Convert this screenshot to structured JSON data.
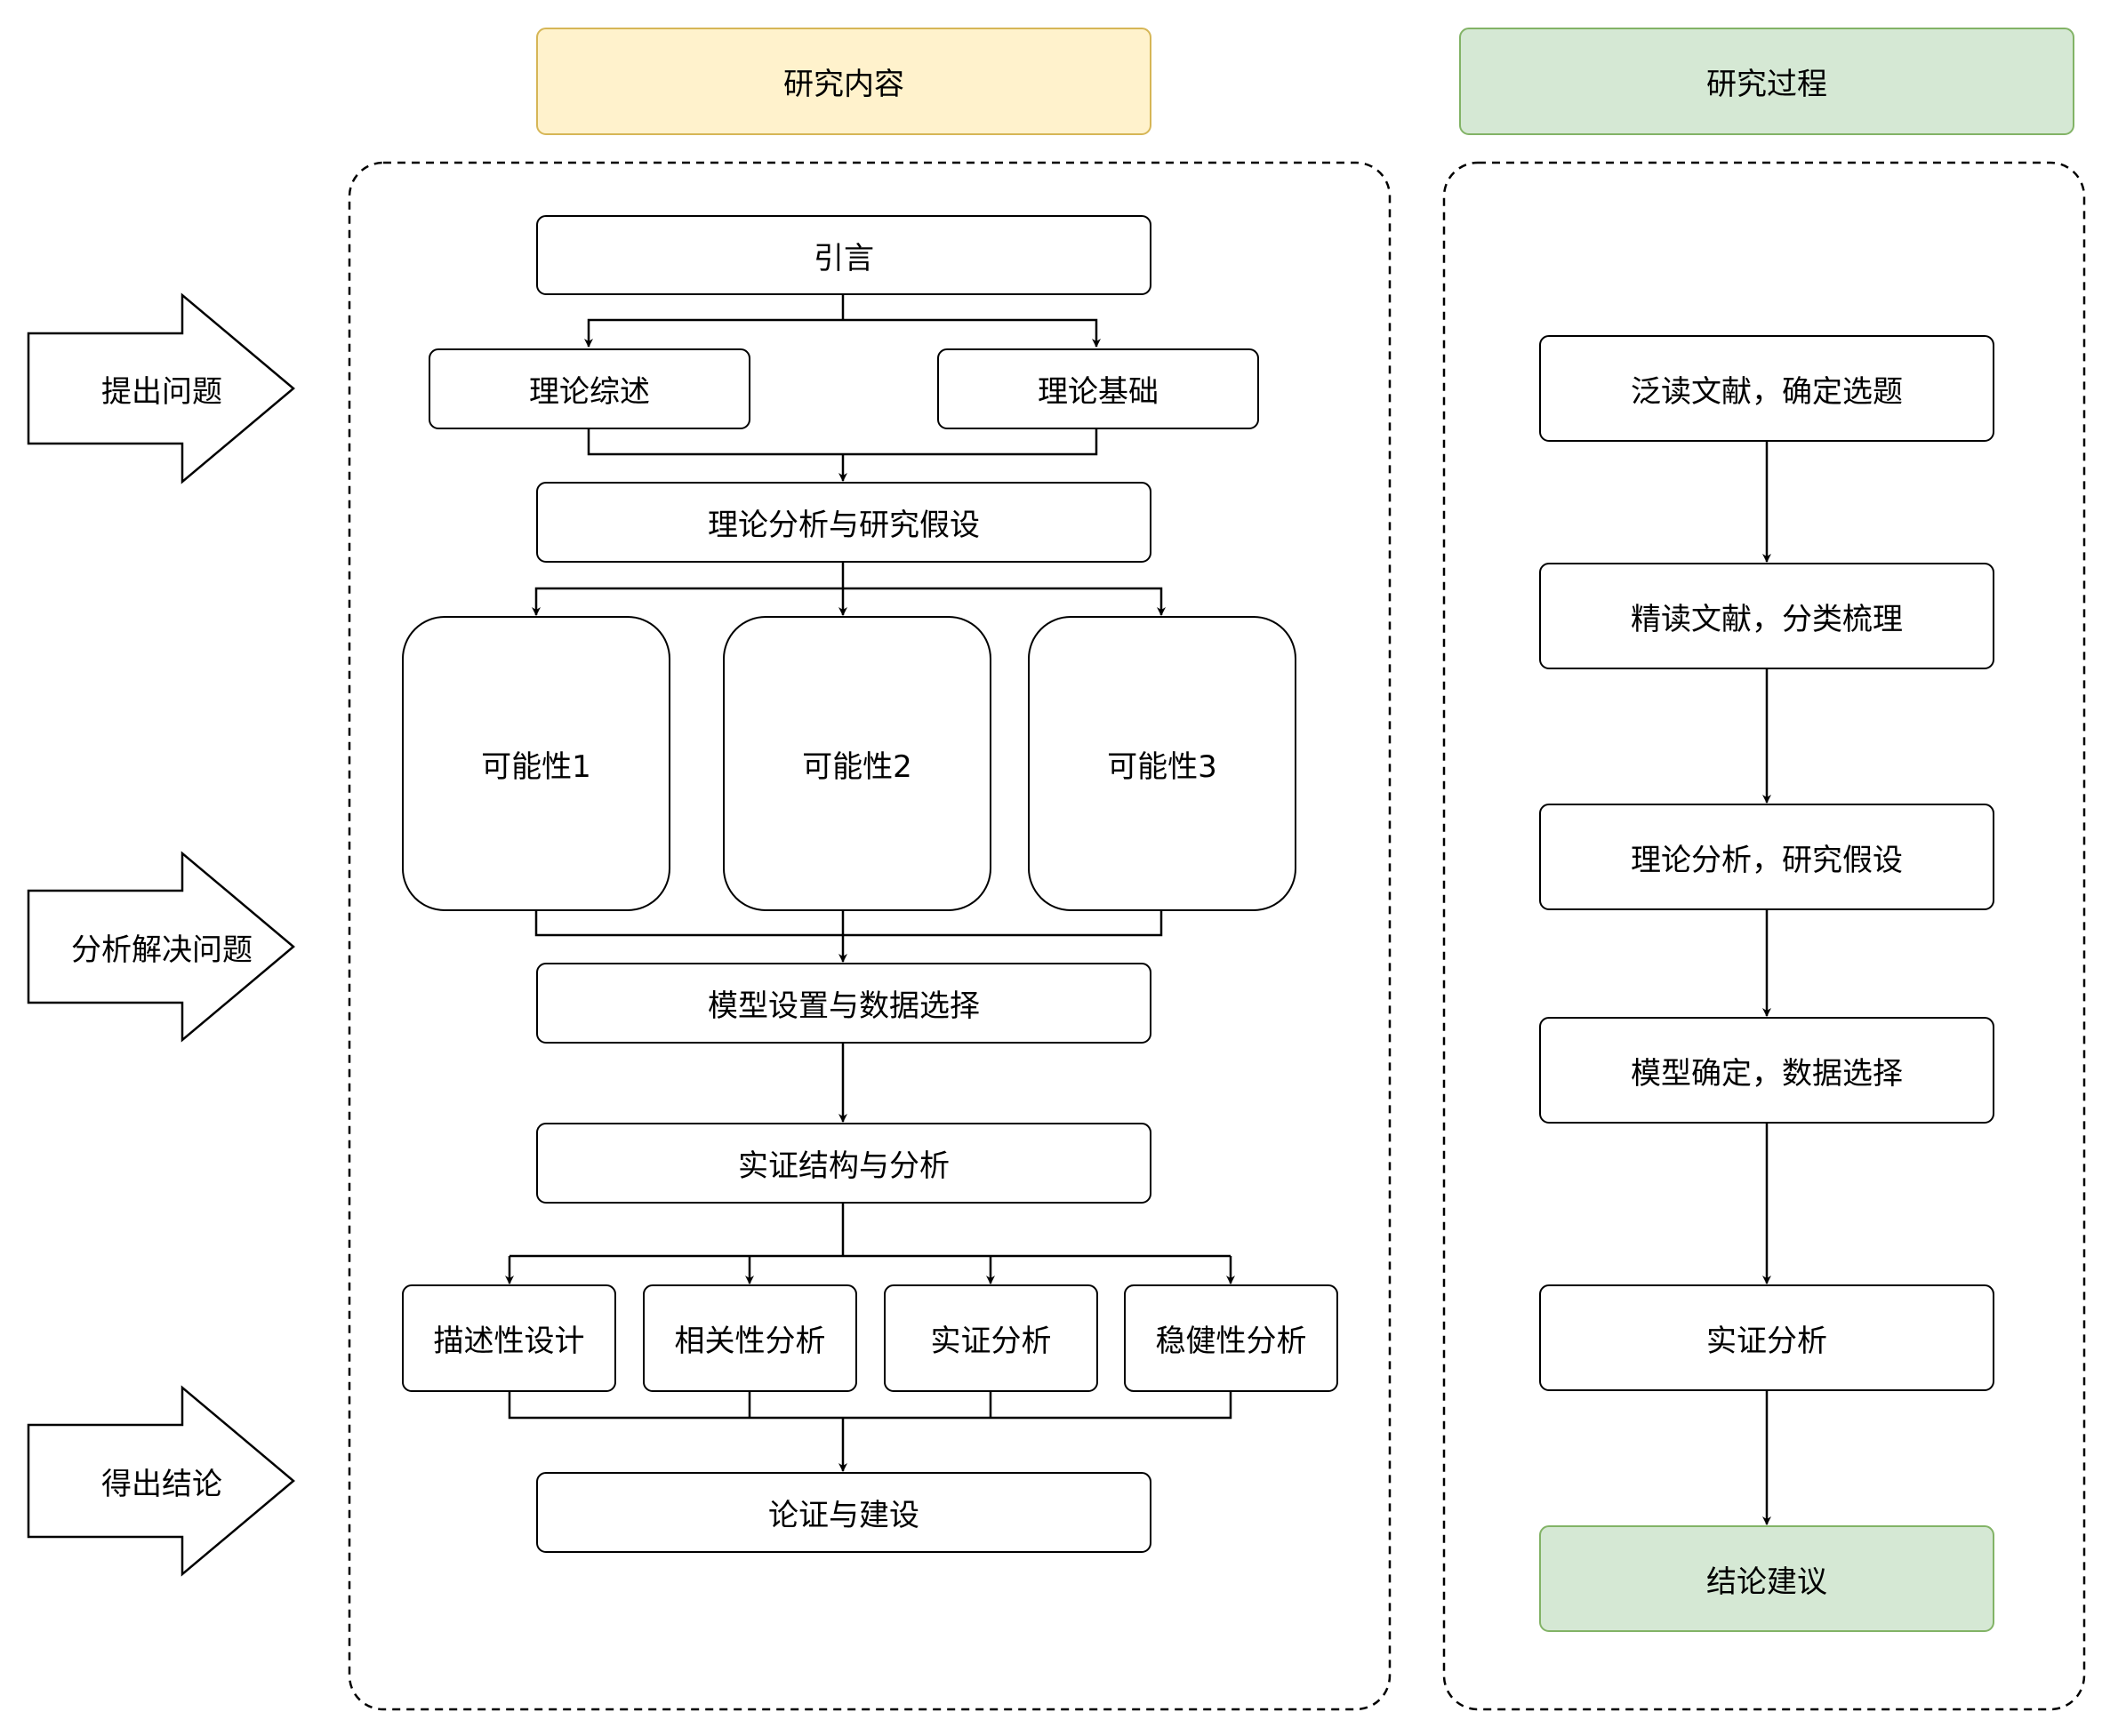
{
  "headers": {
    "content": "研究内容",
    "process": "研究过程"
  },
  "stages": {
    "ask": "提出问题",
    "analyze": "分析解决问题",
    "conclude": "得出结论"
  },
  "content": {
    "intro": "引言",
    "review": "理论综述",
    "foundation": "理论基础",
    "hypothesis": "理论分析与研究假设",
    "possibilities": [
      "可能性1",
      "可能性2",
      "可能性3"
    ],
    "model": "模型设置与数据选择",
    "empirical": "实证结构与分析",
    "analyses": [
      "描述性设计",
      "相关性分析",
      "实证分析",
      "稳健性分析"
    ],
    "argument": "论证与建设"
  },
  "process": {
    "steps": [
      "泛读文献，确定选题",
      "精读文献，分类梳理",
      "理论分析，研究假设",
      "模型确定，数据选择",
      "实证分析",
      "结论建议"
    ]
  },
  "colors": {
    "header_content_fill": "#fff2cc",
    "header_content_border": "#d6b656",
    "header_process_fill": "#d5e8d4",
    "header_process_border": "#82b366"
  }
}
